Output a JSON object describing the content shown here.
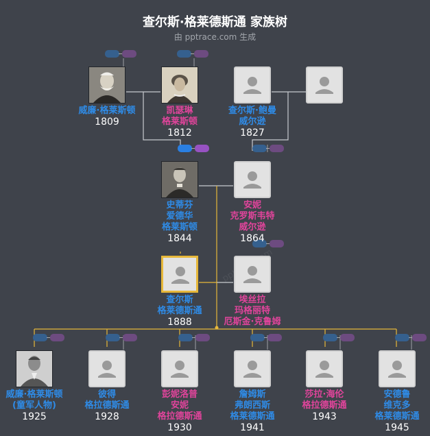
{
  "title": "查尔斯·格莱德斯通 家族树",
  "subtitle": "由 pptrace.com 生成",
  "watermark": "pptrace.com",
  "colors": {
    "background": "#3f434b",
    "male": "#2f8be6",
    "female": "#e0449b",
    "line": "#c8cbd0",
    "descent_line": "#e7b83a",
    "selected_border": "#e7b83a"
  },
  "people": [
    {
      "id": "p1",
      "name": [
        "威廉·格莱斯顿"
      ],
      "year": "1809",
      "gender": "m",
      "photo": "portrait-old-man"
    },
    {
      "id": "p2",
      "name": [
        "凯瑟琳",
        "格莱斯顿"
      ],
      "year": "1812",
      "gender": "f",
      "photo": "portrait-woman"
    },
    {
      "id": "p3",
      "name": [
        "查尔斯·鲍曼",
        "威尔逊"
      ],
      "year": "1827",
      "gender": "m",
      "photo": "placeholder"
    },
    {
      "id": "p4",
      "name": [],
      "year": "",
      "gender": "f",
      "photo": "placeholder"
    },
    {
      "id": "p5",
      "name": [
        "史蒂芬",
        "爱德华",
        "格莱斯顿"
      ],
      "year": "1844",
      "gender": "m",
      "photo": "portrait-clergyman"
    },
    {
      "id": "p6",
      "name": [
        "安妮",
        "克罗斯韦特",
        "威尔逊"
      ],
      "year": "1864",
      "gender": "f",
      "photo": "placeholder"
    },
    {
      "id": "p7",
      "name": [
        "查尔斯",
        "格莱德斯通"
      ],
      "year": "1888",
      "gender": "m",
      "photo": "placeholder",
      "selected": true
    },
    {
      "id": "p8",
      "name": [
        "埃丝拉",
        "玛格丽特",
        "厄斯金·克鲁姆"
      ],
      "year": "",
      "gender": "f",
      "photo": "placeholder"
    },
    {
      "id": "c1",
      "name": [
        "威廉·格莱斯顿",
        "(童军人物)"
      ],
      "year": "1925",
      "gender": "m",
      "photo": "portrait-young-man"
    },
    {
      "id": "c2",
      "name": [
        "彼得",
        "格拉德斯通"
      ],
      "year": "1928",
      "gender": "m",
      "photo": "placeholder"
    },
    {
      "id": "c3",
      "name": [
        "彭妮洛普",
        "安妮",
        "格拉德斯通"
      ],
      "year": "1930",
      "gender": "f",
      "photo": "placeholder"
    },
    {
      "id": "c4",
      "name": [
        "詹姆斯",
        "弗朗西斯",
        "格莱德斯通"
      ],
      "year": "1941",
      "gender": "m",
      "photo": "placeholder"
    },
    {
      "id": "c5",
      "name": [
        "莎拉·海伦",
        "格拉德斯通"
      ],
      "year": "1943",
      "gender": "f",
      "photo": "placeholder"
    },
    {
      "id": "c6",
      "name": [
        "安德鲁",
        "维克多",
        "格莱德斯通"
      ],
      "year": "1945",
      "gender": "m",
      "photo": "placeholder"
    }
  ]
}
